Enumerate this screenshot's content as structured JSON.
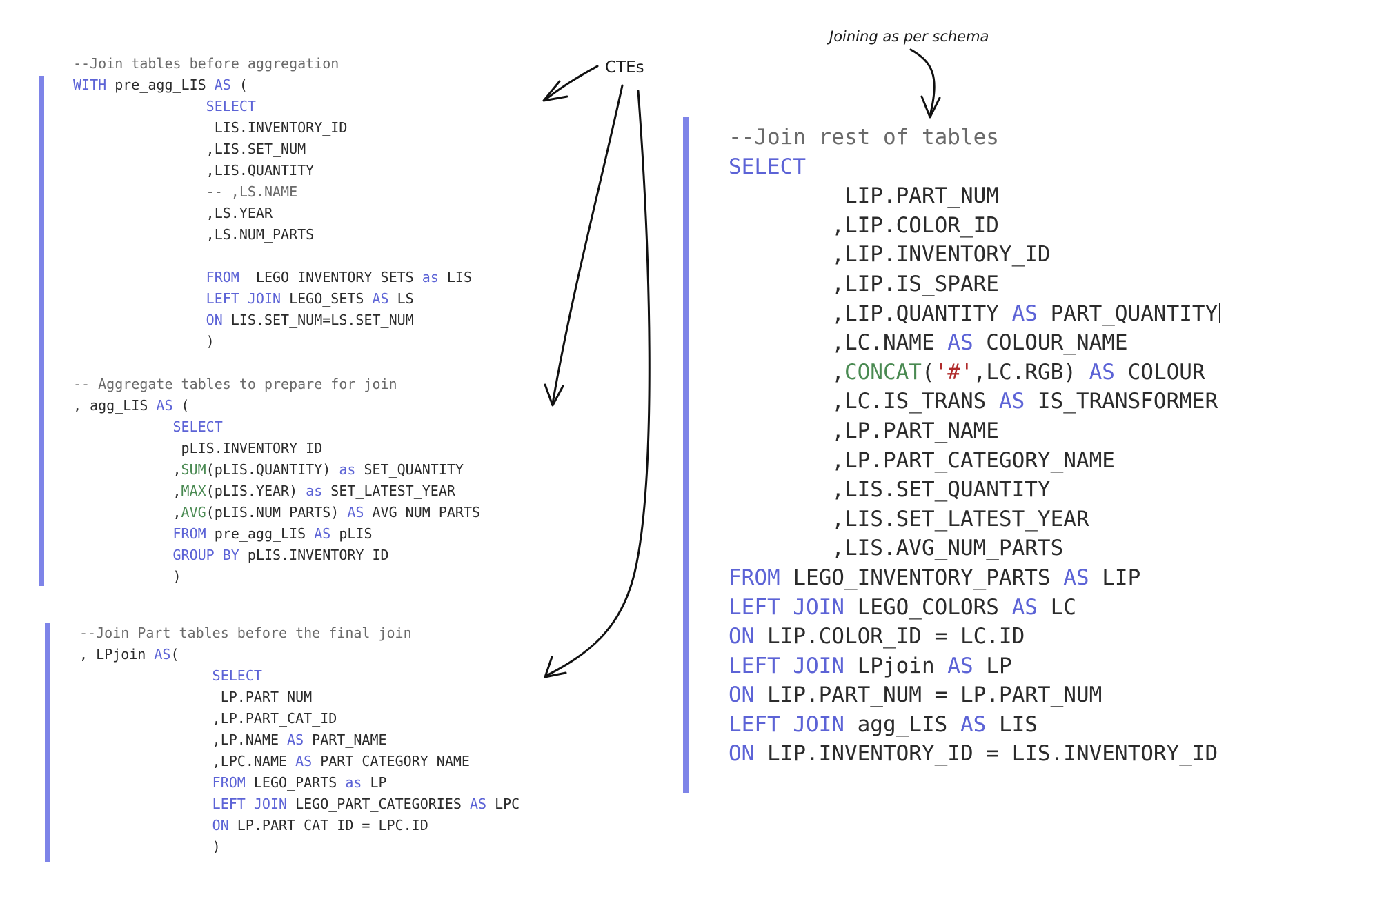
{
  "annotations": {
    "ctes": "CTEs",
    "schema": "Joining as per schema"
  },
  "blocks": {
    "pre_agg": [
      [
        [
          "cm",
          "--Join tables before aggregation"
        ]
      ],
      [
        [
          "kw",
          "WITH"
        ],
        [
          "t",
          " pre_agg_LIS "
        ],
        [
          "kw",
          "AS"
        ],
        [
          "t",
          " ("
        ]
      ],
      [
        [
          "t",
          "                "
        ],
        [
          "kw",
          "SELECT"
        ]
      ],
      [
        [
          "t",
          "                 LIS.INVENTORY_ID"
        ]
      ],
      [
        [
          "t",
          "                ,LIS.SET_NUM"
        ]
      ],
      [
        [
          "t",
          "                ,LIS.QUANTITY"
        ]
      ],
      [
        [
          "t",
          "                "
        ],
        [
          "cm",
          "-- ,LS.NAME"
        ]
      ],
      [
        [
          "t",
          "                ,LS.YEAR"
        ]
      ],
      [
        [
          "t",
          "                ,LS.NUM_PARTS"
        ]
      ],
      [
        [
          "t",
          ""
        ]
      ],
      [
        [
          "t",
          "                "
        ],
        [
          "kw",
          "FROM"
        ],
        [
          "t",
          "  LEGO_INVENTORY_SETS "
        ],
        [
          "kw",
          "as"
        ],
        [
          "t",
          " LIS"
        ]
      ],
      [
        [
          "t",
          "                "
        ],
        [
          "kw",
          "LEFT JOIN"
        ],
        [
          "t",
          " LEGO_SETS "
        ],
        [
          "kw",
          "AS"
        ],
        [
          "t",
          " LS"
        ]
      ],
      [
        [
          "t",
          "                "
        ],
        [
          "kw",
          "ON"
        ],
        [
          "t",
          " LIS.SET_NUM=LS.SET_NUM"
        ]
      ],
      [
        [
          "t",
          "                )"
        ]
      ],
      [
        [
          "t",
          ""
        ]
      ],
      [
        [
          "cm",
          "-- Aggregate tables to prepare for join"
        ]
      ],
      [
        [
          "t",
          ", agg_LIS "
        ],
        [
          "kw",
          "AS"
        ],
        [
          "t",
          " ("
        ]
      ],
      [
        [
          "t",
          "            "
        ],
        [
          "kw",
          "SELECT"
        ]
      ],
      [
        [
          "t",
          "             pLIS.INVENTORY_ID"
        ]
      ],
      [
        [
          "t",
          "            ,"
        ],
        [
          "fn",
          "SUM"
        ],
        [
          "t",
          "(pLIS.QUANTITY) "
        ],
        [
          "kw",
          "as"
        ],
        [
          "t",
          " SET_QUANTITY"
        ]
      ],
      [
        [
          "t",
          "            ,"
        ],
        [
          "fn",
          "MAX"
        ],
        [
          "t",
          "(pLIS.YEAR) "
        ],
        [
          "kw",
          "as"
        ],
        [
          "t",
          " SET_LATEST_YEAR"
        ]
      ],
      [
        [
          "t",
          "            ,"
        ],
        [
          "fn",
          "AVG"
        ],
        [
          "t",
          "(pLIS.NUM_PARTS) "
        ],
        [
          "kw",
          "AS"
        ],
        [
          "t",
          " AVG_NUM_PARTS"
        ]
      ],
      [
        [
          "t",
          "            "
        ],
        [
          "kw",
          "FROM"
        ],
        [
          "t",
          " pre_agg_LIS "
        ],
        [
          "kw",
          "AS"
        ],
        [
          "t",
          " pLIS"
        ]
      ],
      [
        [
          "t",
          "            "
        ],
        [
          "kw",
          "GROUP BY"
        ],
        [
          "t",
          " pLIS.INVENTORY_ID"
        ]
      ],
      [
        [
          "t",
          "            )"
        ]
      ]
    ],
    "lpjoin": [
      [
        [
          "cm",
          "--Join Part tables before the final join"
        ]
      ],
      [
        [
          "t",
          ", LPjoin "
        ],
        [
          "kw",
          "AS"
        ],
        [
          "t",
          "("
        ]
      ],
      [
        [
          "t",
          "                "
        ],
        [
          "kw",
          "SELECT"
        ]
      ],
      [
        [
          "t",
          "                 LP.PART_NUM"
        ]
      ],
      [
        [
          "t",
          "                ,LP.PART_CAT_ID"
        ]
      ],
      [
        [
          "t",
          "                ,LP.NAME "
        ],
        [
          "kw",
          "AS"
        ],
        [
          "t",
          " PART_NAME"
        ]
      ],
      [
        [
          "t",
          "                ,LPC.NAME "
        ],
        [
          "kw",
          "AS"
        ],
        [
          "t",
          " PART_CATEGORY_NAME"
        ]
      ],
      [
        [
          "t",
          "                "
        ],
        [
          "kw",
          "FROM"
        ],
        [
          "t",
          " LEGO_PARTS "
        ],
        [
          "kw",
          "as"
        ],
        [
          "t",
          " LP"
        ]
      ],
      [
        [
          "t",
          "                "
        ],
        [
          "kw",
          "LEFT JOIN"
        ],
        [
          "t",
          " LEGO_PART_CATEGORIES "
        ],
        [
          "kw",
          "AS"
        ],
        [
          "t",
          " LPC"
        ]
      ],
      [
        [
          "t",
          "                "
        ],
        [
          "kw",
          "ON"
        ],
        [
          "t",
          " LP.PART_CAT_ID = LPC.ID"
        ]
      ],
      [
        [
          "t",
          "                )"
        ]
      ]
    ],
    "final": [
      [
        [
          "cm",
          "--Join rest of tables"
        ]
      ],
      [
        [
          "kw",
          "SELECT"
        ]
      ],
      [
        [
          "t",
          "         LIP.PART_NUM"
        ]
      ],
      [
        [
          "t",
          "        ,LIP.COLOR_ID"
        ]
      ],
      [
        [
          "t",
          "        ,LIP.INVENTORY_ID"
        ]
      ],
      [
        [
          "t",
          "        ,LIP.IS_SPARE"
        ]
      ],
      [
        [
          "t",
          "        ,LIP.QUANTITY "
        ],
        [
          "kw",
          "AS"
        ],
        [
          "t",
          " PART_QUANTITY"
        ]
      ],
      [
        [
          "t",
          "        ,LC.NAME "
        ],
        [
          "kw",
          "AS"
        ],
        [
          "t",
          " COLOUR_NAME"
        ]
      ],
      [
        [
          "t",
          "        ,"
        ],
        [
          "fn",
          "CONCAT"
        ],
        [
          "t",
          "("
        ],
        [
          "str",
          "'#'"
        ],
        [
          "t",
          ",LC.RGB) "
        ],
        [
          "kw",
          "AS"
        ],
        [
          "t",
          " COLOUR"
        ]
      ],
      [
        [
          "t",
          "        ,LC.IS_TRANS "
        ],
        [
          "kw",
          "AS"
        ],
        [
          "t",
          " IS_TRANSFORMER"
        ]
      ],
      [
        [
          "t",
          "        ,LP.PART_NAME"
        ]
      ],
      [
        [
          "t",
          "        ,LP.PART_CATEGORY_NAME"
        ]
      ],
      [
        [
          "t",
          "        ,LIS.SET_QUANTITY"
        ]
      ],
      [
        [
          "t",
          "        ,LIS.SET_LATEST_YEAR"
        ]
      ],
      [
        [
          "t",
          "        ,LIS.AVG_NUM_PARTS"
        ]
      ],
      [
        [
          "kw",
          "FROM"
        ],
        [
          "t",
          " LEGO_INVENTORY_PARTS "
        ],
        [
          "kw",
          "AS"
        ],
        [
          "t",
          " LIP"
        ]
      ],
      [
        [
          "kw",
          "LEFT JOIN"
        ],
        [
          "t",
          " LEGO_COLORS "
        ],
        [
          "kw",
          "AS"
        ],
        [
          "t",
          " LC"
        ]
      ],
      [
        [
          "kw",
          "ON"
        ],
        [
          "t",
          " LIP.COLOR_ID = LC.ID"
        ]
      ],
      [
        [
          "kw",
          "LEFT JOIN"
        ],
        [
          "t",
          " LPjoin "
        ],
        [
          "kw",
          "AS"
        ],
        [
          "t",
          " LP"
        ]
      ],
      [
        [
          "kw",
          "ON"
        ],
        [
          "t",
          " LIP.PART_NUM = LP.PART_NUM"
        ]
      ],
      [
        [
          "kw",
          "LEFT JOIN"
        ],
        [
          "t",
          " agg_LIS "
        ],
        [
          "kw",
          "AS"
        ],
        [
          "t",
          " LIS"
        ]
      ],
      [
        [
          "kw",
          "ON"
        ],
        [
          "t",
          " LIP.INVENTORY_ID = LIS.INVENTORY_ID"
        ]
      ]
    ]
  },
  "colors": {
    "keyword": "#5c63d6",
    "function": "#4a8a52",
    "string": "#b02a2a",
    "comment": "#6a6a6a",
    "bar": "#7e84e8"
  }
}
